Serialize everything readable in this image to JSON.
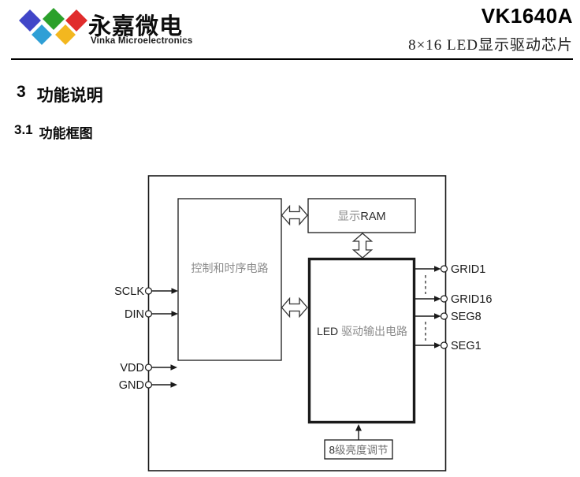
{
  "header": {
    "brand_cn": "永嘉微电",
    "brand_en": "Vinka Microelectronics",
    "part_number": "VK1640A",
    "subtitle": "8×16  LED显示驱动芯片",
    "logo_colors": [
      "#4146c8",
      "#2ba02b",
      "#e02c2c",
      "#2f9fd6",
      "#f3b71f"
    ]
  },
  "sections": {
    "h1_number": "3",
    "h1_title": "功能说明",
    "h2_number": "3.1",
    "h2_title": "功能框图"
  },
  "diagram": {
    "blocks": {
      "control": "控制和时序电路",
      "ram_prefix": "显示",
      "ram_suffix": "RAM",
      "led_prefix": "LED ",
      "led_suffix": "驱动输出电路",
      "brightness_prefix": "8",
      "brightness_suffix": "级亮度调节"
    },
    "inputs": [
      "SCLK",
      "DIN",
      "VDD",
      "GND"
    ],
    "outputs": [
      "GRID1",
      "GRID16",
      "SEG8",
      "SEG1"
    ]
  },
  "colors": {
    "gray_label": "#8c8c8c",
    "dark_label": "#2b2b2b",
    "line": "#1a1a1a"
  }
}
